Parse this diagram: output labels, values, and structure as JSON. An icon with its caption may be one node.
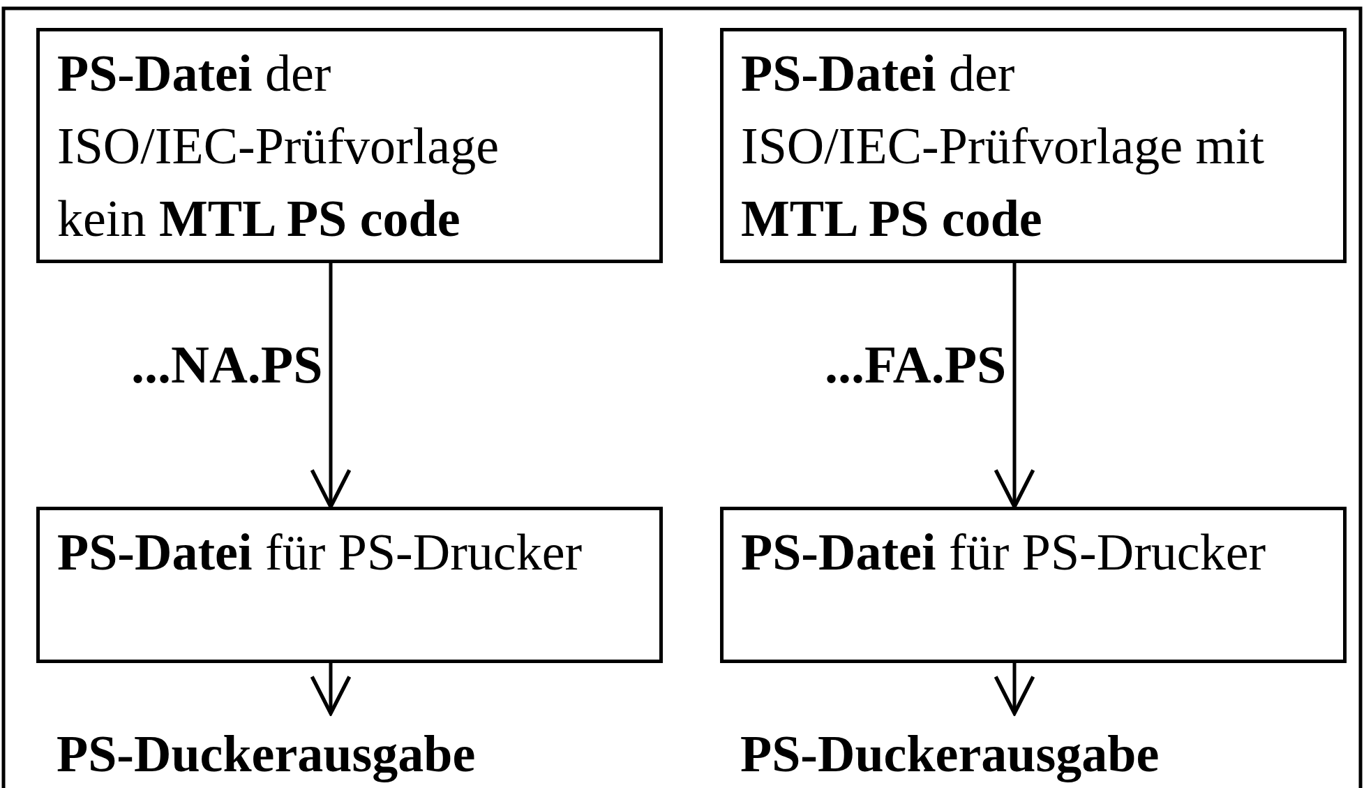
{
  "diagram": {
    "nodes": [
      {
        "text": [
          "**PS-Datei** der ISO/IEC-Prüfvorlage kein **MTL PS code**"
        ]
      },
      {
        "text": [
          "**PS-Datei** der ISO/IEC-Prüfvorlage mit **MTL PS code**"
        ]
      },
      {
        "text": [
          "**PS-Datei** für PS-Drucker"
        ]
      },
      {
        "text": [
          "**PS-Datei** für PS-Drucker"
        ]
      },
      {
        "text": [
          "PS-Duckerausgabe"
        ]
      },
      {
        "text": [
          "PS-Duckerausgabe"
        ]
      }
    ],
    "edges": [
      {
        "from": 0,
        "to": 2,
        "arrow": "to",
        "label": "...NA.PS"
      },
      {
        "from": 1,
        "to": 3,
        "arrow": "to",
        "label": "...FA.PS"
      },
      {
        "from": 2,
        "to": 4,
        "arrow": "to"
      },
      {
        "from": 3,
        "to": 5,
        "arrow": "to"
      }
    ]
  }
}
